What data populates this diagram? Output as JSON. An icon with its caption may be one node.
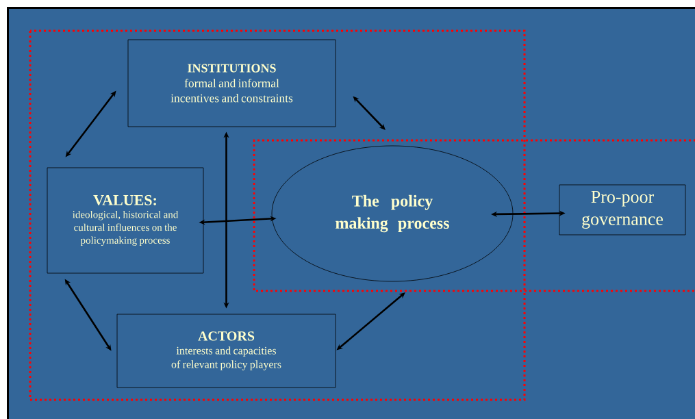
{
  "diagram": {
    "nodes": [
      {
        "text": [
          "INSTITUTIONS",
          "formal and informal incentives and constraints"
        ]
      },
      {
        "text": [
          "VALUES:",
          "ideological, historical and cultural influences on the policymaking process"
        ]
      },
      {
        "text": [
          "The policy making process"
        ]
      },
      {
        "text": [
          "Pro-poor governance"
        ]
      },
      {
        "text": [
          "ACTORS",
          "interests and capacities of relevant policy players"
        ]
      }
    ],
    "edges": [
      {
        "from": 0,
        "to": 1,
        "arrow": "both"
      },
      {
        "from": 0,
        "to": 2,
        "arrow": "both"
      },
      {
        "from": 0,
        "to": 4,
        "arrow": "both"
      },
      {
        "from": 1,
        "to": 2,
        "arrow": "both"
      },
      {
        "from": 1,
        "to": 4,
        "arrow": "both"
      },
      {
        "from": 4,
        "to": 2,
        "arrow": "both"
      },
      {
        "from": 2,
        "to": 3,
        "arrow": "both"
      }
    ]
  }
}
